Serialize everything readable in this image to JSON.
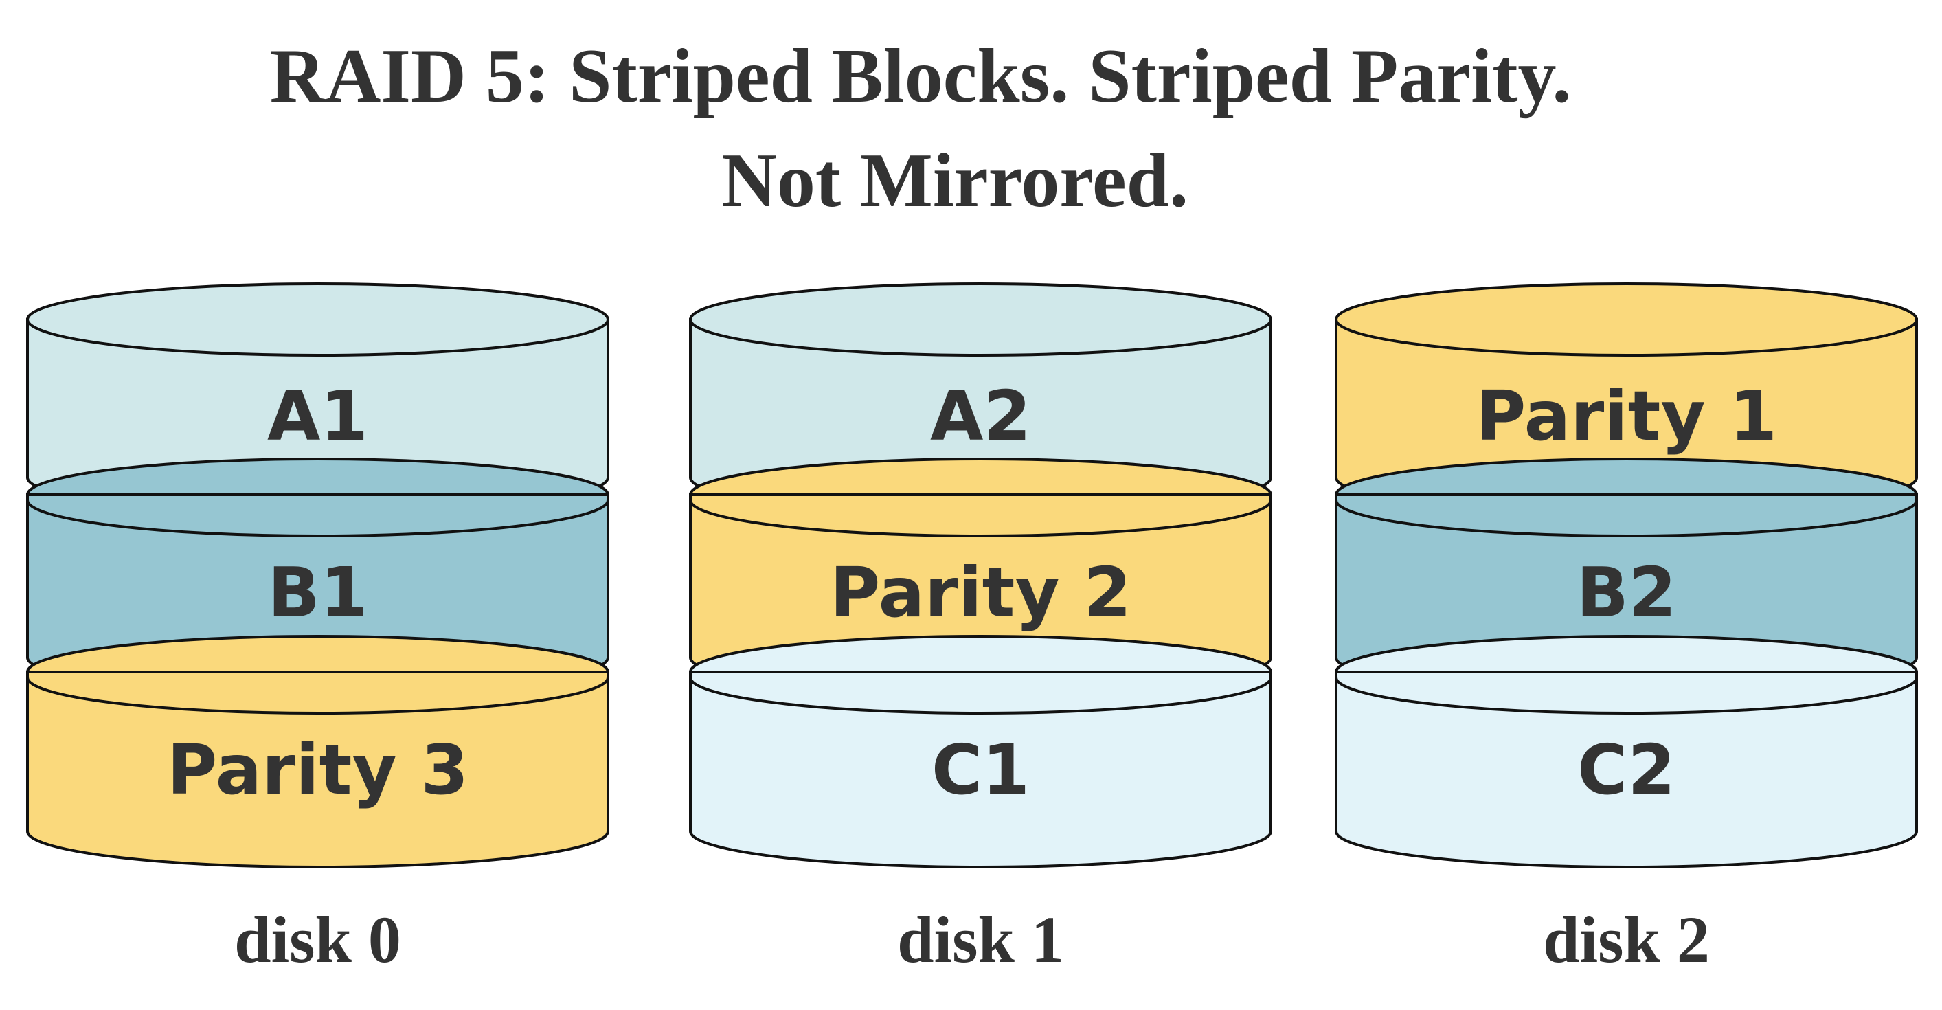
{
  "title": {
    "line1": "RAID 5: Striped Blocks. Striped Parity.",
    "line2": "Not Mirrored."
  },
  "colors": {
    "block_a": "#d0e8ea",
    "block_b": "#96c6d2",
    "block_c": "#e2f3f9",
    "parity": "#fad97c",
    "text": "#333333",
    "outline": "#111111"
  },
  "disks": [
    {
      "label": "disk 0",
      "blocks": [
        {
          "label": "A1",
          "kind": "block_a"
        },
        {
          "label": "B1",
          "kind": "block_b"
        },
        {
          "label": "Parity 3",
          "kind": "parity"
        }
      ]
    },
    {
      "label": "disk 1",
      "blocks": [
        {
          "label": "A2",
          "kind": "block_a"
        },
        {
          "label": "Parity 2",
          "kind": "parity"
        },
        {
          "label": "C1",
          "kind": "block_c"
        }
      ]
    },
    {
      "label": "disk 2",
      "blocks": [
        {
          "label": "Parity 1",
          "kind": "parity"
        },
        {
          "label": "B2",
          "kind": "block_b"
        },
        {
          "label": "C2",
          "kind": "block_c"
        }
      ]
    }
  ]
}
